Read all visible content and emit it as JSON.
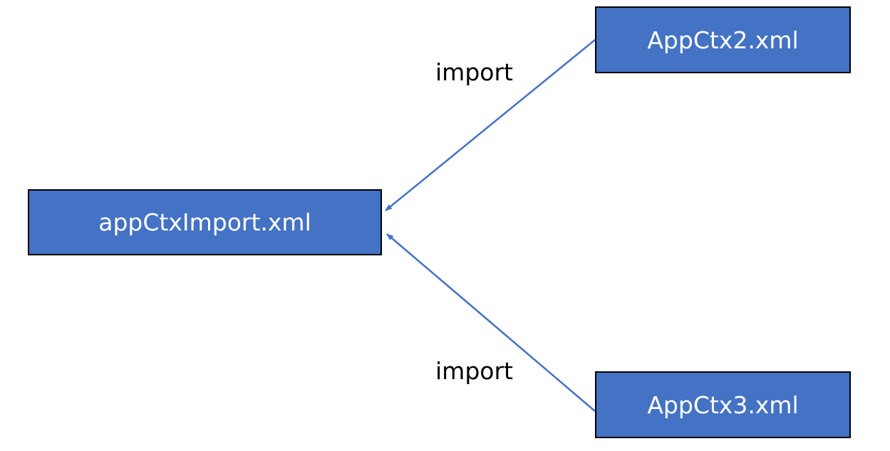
{
  "nodes": {
    "main": {
      "label": "appCtxImport.xml"
    },
    "ctx2": {
      "label": "AppCtx2.xml"
    },
    "ctx3": {
      "label": "AppCtx3.xml"
    }
  },
  "edges": [
    {
      "from": "AppCtx2.xml",
      "to": "appCtxImport.xml",
      "label": "import"
    },
    {
      "from": "AppCtx3.xml",
      "to": "appCtxImport.xml",
      "label": "import"
    }
  ],
  "colors": {
    "node_fill": "#4472c4",
    "node_border": "#000000",
    "node_text": "#ffffff",
    "edge": "#4472c4"
  }
}
